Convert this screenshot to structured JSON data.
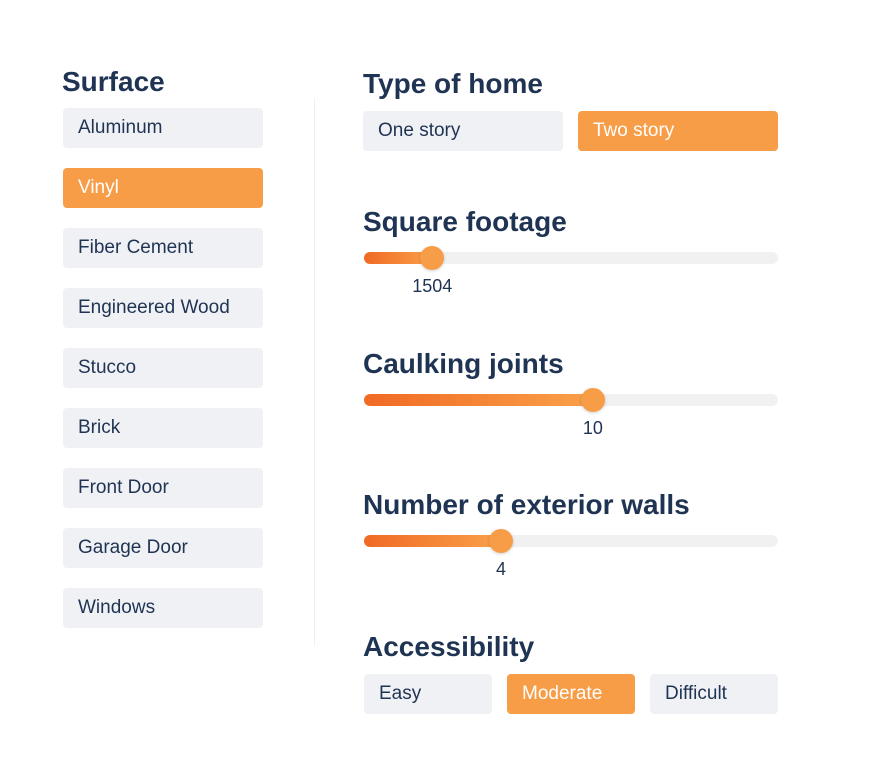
{
  "surface": {
    "title": "Surface",
    "options": [
      "Aluminum",
      "Vinyl",
      "Fiber Cement",
      "Engineered Wood",
      "Stucco",
      "Brick",
      "Front Door",
      "Garage Door",
      "Windows"
    ],
    "selected": "Vinyl"
  },
  "home_type": {
    "title": "Type of home",
    "options": [
      "One story",
      "Two story"
    ],
    "selected": "Two story"
  },
  "square_footage": {
    "title": "Square footage",
    "value": "1504",
    "fill_fraction": 0.165
  },
  "caulking": {
    "title": "Caulking joints",
    "value": "10",
    "fill_fraction": 0.553
  },
  "walls": {
    "title": "Number of exterior walls",
    "value": "4",
    "fill_fraction": 0.331
  },
  "accessibility": {
    "title": "Accessibility",
    "options": [
      "Easy",
      "Moderate",
      "Difficult"
    ],
    "selected": "Moderate"
  },
  "colors": {
    "accent": "#f89d47",
    "text": "#1f3353",
    "chip": "#f0f1f5"
  }
}
